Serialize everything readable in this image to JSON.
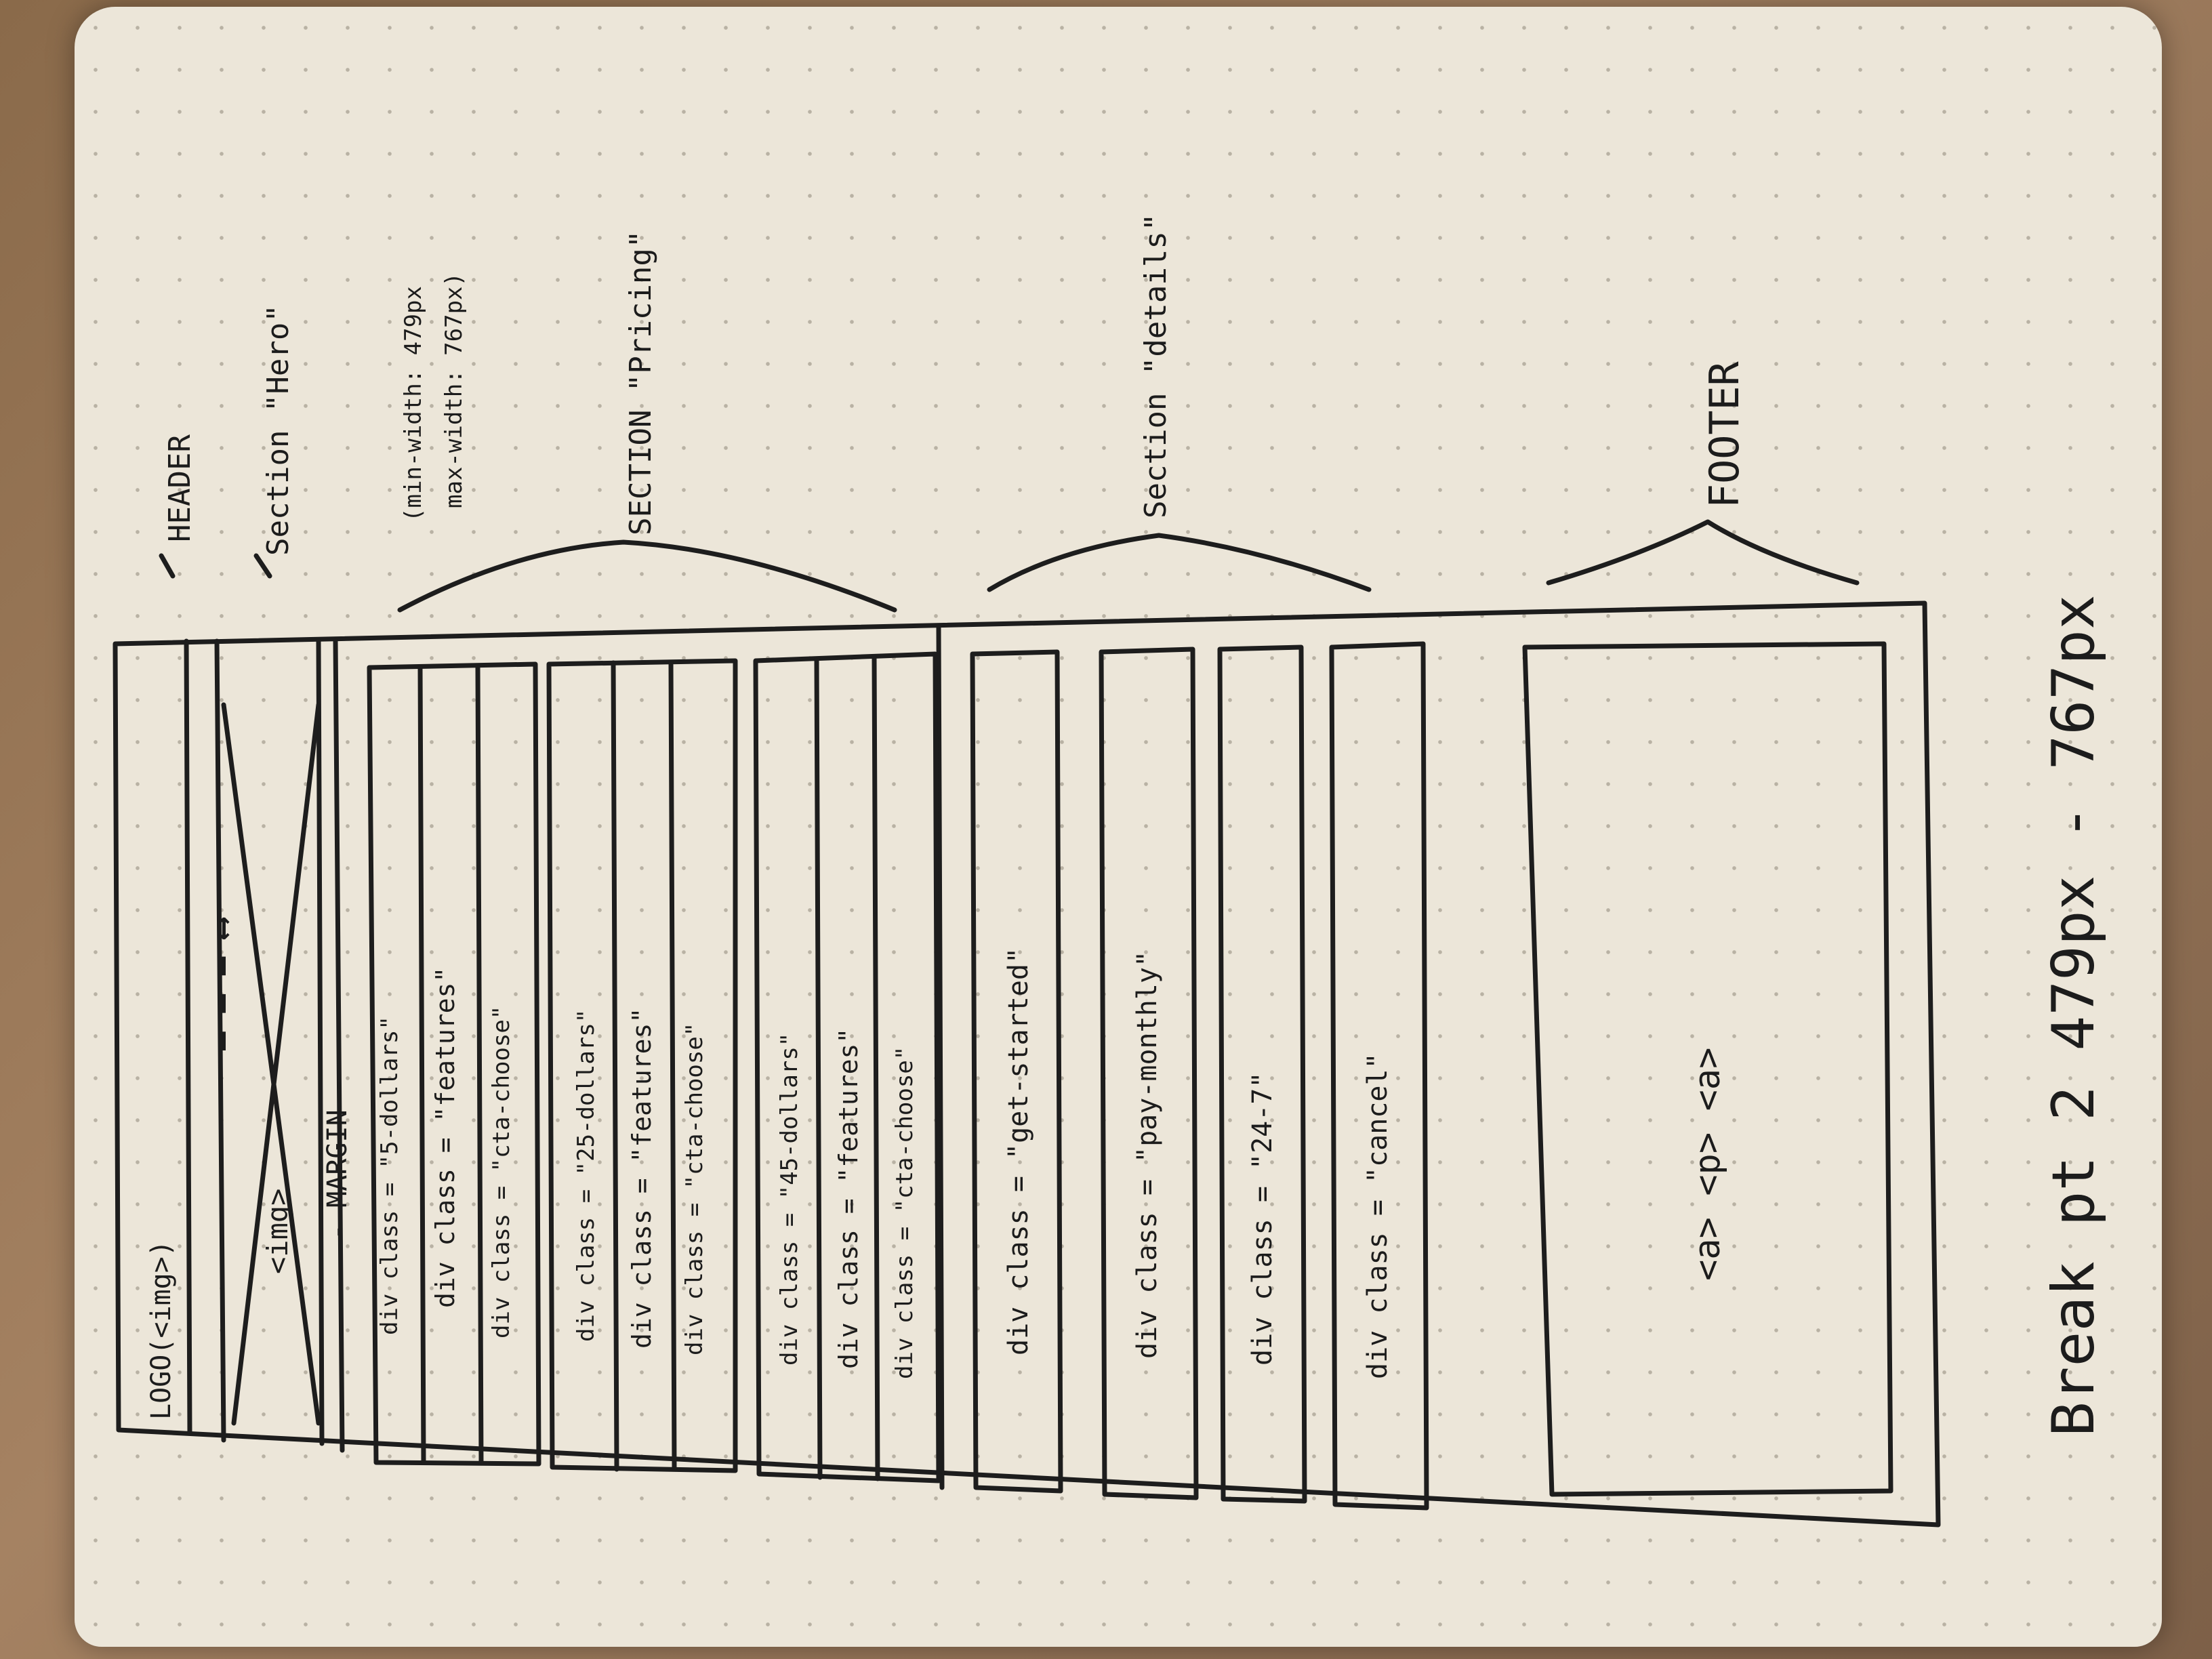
{
  "header": {
    "logo": "LOGO(<img>)",
    "nav": "— — — ⟷"
  },
  "annotations": {
    "header": "HEADER",
    "hero": "Section \"Hero\"",
    "media_min": "(min-width: 479px",
    "media_max": "max-width: 767px)",
    "pricing": "SECTION \"Pricing\"",
    "details": "Section \"details\"",
    "footer": "FOOTER"
  },
  "hero": {
    "img_label": "<img>",
    "margin_label": "- MARGIN -"
  },
  "pricing_cards": [
    {
      "price": "div class = \"5-dollars\"",
      "features": "div class = \"features\"",
      "cta": "div class = \"cta-choose\""
    },
    {
      "price": "div class = \"25-dollars\"",
      "features": "div class = \"features\"",
      "cta": "div class = \"cta-choose\""
    },
    {
      "price": "div class = \"45-dollars\"",
      "features": "div class = \"features\"",
      "cta": "div class = \"cta-choose\""
    }
  ],
  "details": [
    "div class = \"get-started\"",
    "div class = \"pay-monthly\"",
    "div class = \"24-7\"",
    "div class = \"cancel\""
  ],
  "footer_tags": "<a> <p> <a>",
  "title": "Break pt 2   479px - 767px"
}
